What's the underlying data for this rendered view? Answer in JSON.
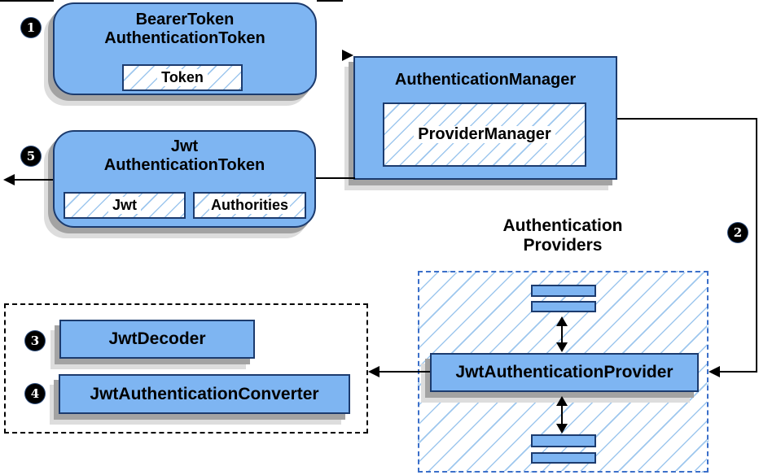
{
  "nodes": {
    "bearer_token": {
      "line1": "BearerToken",
      "line2": "AuthenticationToken",
      "token": "Token"
    },
    "authentication_manager": {
      "title": "AuthenticationManager",
      "provider_manager": "ProviderManager"
    },
    "jwt_authentication_token": {
      "line1": "Jwt",
      "line2": "AuthenticationToken",
      "jwt": "Jwt",
      "authorities": "Authorities"
    },
    "authentication_providers": {
      "label_line1": "Authentication",
      "label_line2": "Providers",
      "provider": "JwtAuthenticationProvider"
    },
    "decoder_group": {
      "decoder": "JwtDecoder",
      "converter": "JwtAuthenticationConverter"
    }
  },
  "steps": {
    "one": "1",
    "two": "2",
    "three": "3",
    "four": "4",
    "five": "5"
  },
  "colors": {
    "node_fill": "#7EB5F2",
    "node_border": "#1C3B6E",
    "hatch_line": "#9EC7EE",
    "group_dash_blue": "#3B6FC9",
    "group_dash_black": "#000000",
    "shadow_dark": "#A3A3A3",
    "shadow_light": "#DDDDDD",
    "arrow": "#000000",
    "badge_bg": "#000000",
    "badge_text": "#FFFFFF",
    "background": "#FFFFFF"
  }
}
